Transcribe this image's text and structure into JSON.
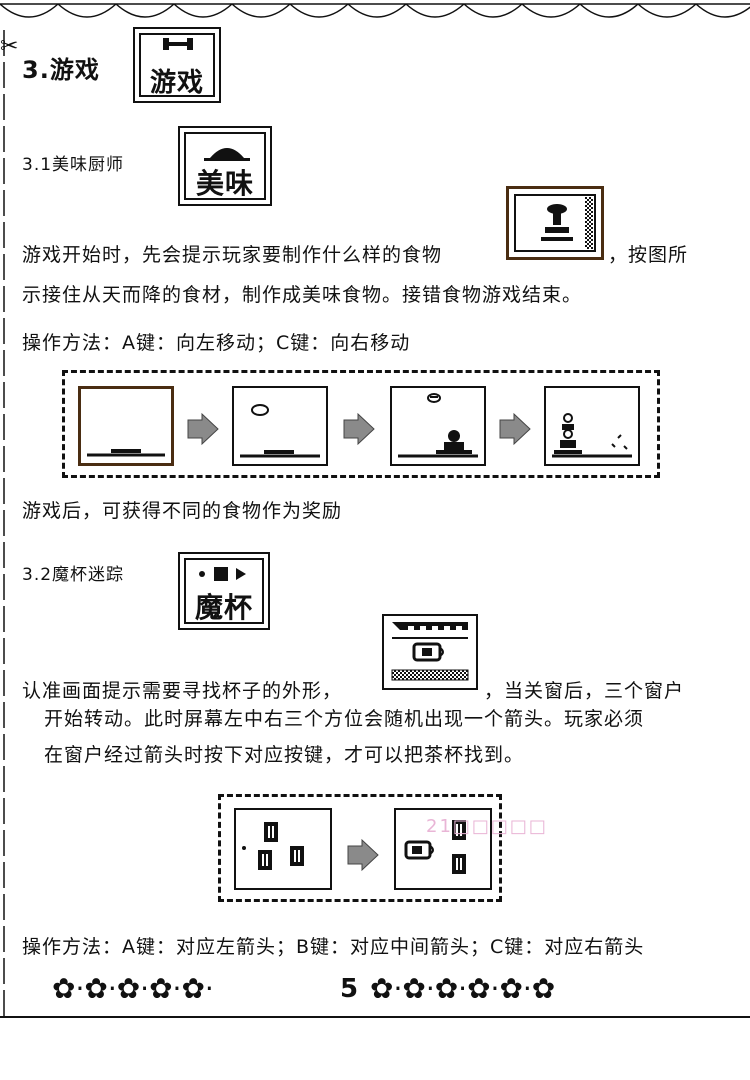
{
  "section": {
    "title": "3.游戏",
    "icon_label": "游戏"
  },
  "game1": {
    "title": "3.1美味厨师",
    "icon_label": "美味",
    "desc_line1_pre": "游戏开始时，先会提示玩家要制作什么样的食物",
    "desc_line1_post": "，按图所",
    "desc_line2": "示接住从天而降的食材，制作成美味食物。接错食物游戏结束。",
    "controls": "操作方法：A键：向左移动；C键：向右移动",
    "reward": "游戏后，可获得不同的食物作为奖励"
  },
  "game2": {
    "title": "3.2魔杯迷踪",
    "icon_label": "魔杯",
    "desc_line1_pre": "认准画面提示需要寻找杯子的外形，",
    "desc_line1_post": "，当关窗后，三个窗户",
    "desc_line2": "开始转动。此时屏幕左中右三个方位会随机出现一个箭头。玩家必须",
    "desc_line3": "在窗户经过箭头时按下对应按键，才可以把茶杯找到。",
    "controls": "操作方法：A键：对应左箭头；B键：对应中间箭头；C键：对应右箭头"
  },
  "footer": {
    "page_number": "5",
    "flower_glyph": "✿",
    "dot_glyph": "·"
  },
  "watermark": "21□□□□□",
  "colors": {
    "ink": "#111111",
    "frame_brown": "#4a2d12",
    "arrow_gray": "#8a8a8a",
    "watermark": "#e9b5d6"
  }
}
